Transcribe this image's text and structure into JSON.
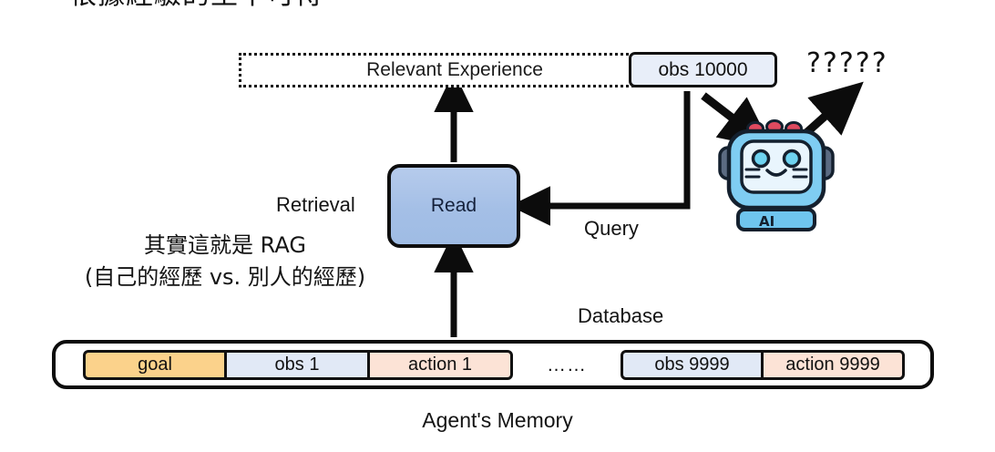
{
  "title": {
    "text": "根據經驗的生不可恃"
  },
  "flow": {
    "relevant_experience": "Relevant Experience",
    "obs_latest": "obs 10000",
    "question_marks": "?????",
    "read_label": "Read",
    "retrieval_label": "Retrieval",
    "query_label": "Query",
    "database_label": "Database",
    "agent_memory_label": "Agent's Memory"
  },
  "annotation": {
    "line1": "其實這就是 RAG",
    "line2": "(自己的經歷 vs. 別人的經歷)"
  },
  "memory": {
    "cells": [
      {
        "label": "goal",
        "kind": "goal"
      },
      {
        "label": "obs 1",
        "kind": "obs"
      },
      {
        "label": "action 1",
        "kind": "action"
      },
      {
        "label": "……",
        "kind": "ellipsis"
      },
      {
        "label": "obs 9999",
        "kind": "obs"
      },
      {
        "label": "action 9999",
        "kind": "action"
      }
    ]
  },
  "robot": {
    "badge": "AI"
  },
  "colors": {
    "goal_fill": "#fbd28b",
    "obs_fill": "#e1e9f6",
    "action_fill": "#fce3d6",
    "read_fill": "#a8c2e8",
    "obs_box_fill": "#e8eef9",
    "stroke": "#111111",
    "robot_blue": "#8fd3f4",
    "robot_face": "#e8f4fd",
    "robot_ear": "#5b6b82",
    "robot_dot": "#e04a5f",
    "background": "#ffffff"
  }
}
